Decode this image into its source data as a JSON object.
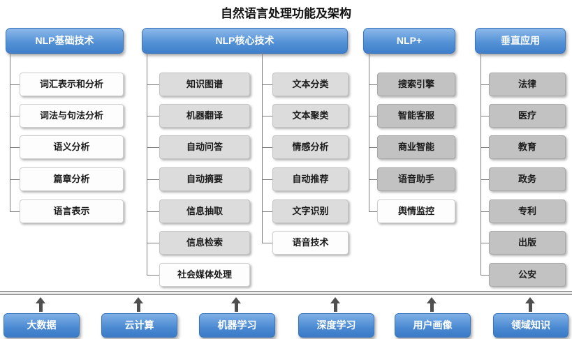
{
  "title": "自然语言处理功能及架构",
  "columns": [
    {
      "header": "NLP基础技术",
      "items": [
        "词汇表示和分析",
        "词法与句法分析",
        "语义分析",
        "篇章分析",
        "语言表示"
      ]
    },
    {
      "header": "NLP核心技术",
      "left_items": [
        "知识图谱",
        "机器翻译",
        "自动问答",
        "自动摘要",
        "信息抽取",
        "信息检索",
        "社会媒体处理"
      ],
      "right_items": [
        "文本分类",
        "文本聚类",
        "情感分析",
        "自动推荐",
        "文字识别",
        "语音技术"
      ]
    },
    {
      "header": "NLP+",
      "items": [
        "搜索引擎",
        "智能客服",
        "商业智能",
        "语音助手",
        "舆情监控"
      ]
    },
    {
      "header": "垂直应用",
      "items": [
        "法律",
        "医疗",
        "教育",
        "政务",
        "专利",
        "出版",
        "公安"
      ]
    }
  ],
  "foundation": {
    "items": [
      "大数据",
      "云计算",
      "机器学习",
      "深度学习",
      "用户画像",
      "领域知识"
    ]
  },
  "colors": {
    "header_blue": "#4a89d2",
    "node_light": "#fdfdfd",
    "node_gray": "#dcdcdc",
    "node_dark": "#c2c2c2",
    "connector_gray": "#7f7f7f",
    "arrow_gray": "#4f4f4f"
  }
}
